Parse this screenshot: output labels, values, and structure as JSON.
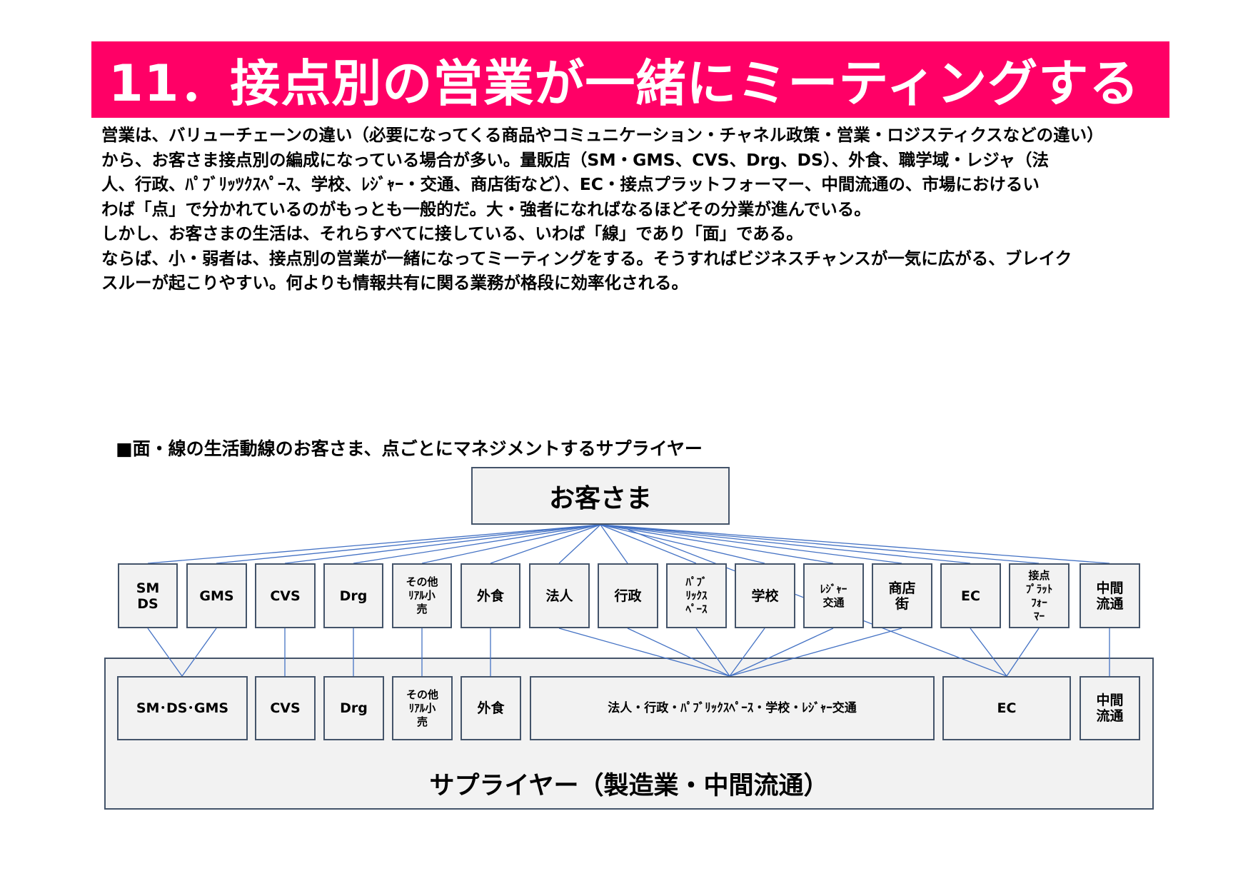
{
  "title": "11．接点別の営業が一緒にミーティングする",
  "body_lines": [
    "営業は、バリューチェーンの違い（必要になってくる商品やコミュニケーション・チャネル政策・営業・ロジスティクスなどの違い）",
    "から、お客さま接点別の編成になっている場合が多い。量販店（SM・GMS、CVS、Drg、DS）、外食、職学域・レジャ（法",
    "人、行政、ﾊﾟﾌﾞﾘｯﾂｸｽﾍﾟｰｽ、学校、ﾚｼﾞｬｰ・交通、商店街など）、EC・接点プラットフォーマー、中間流通の、市場におけるい",
    "わば「点」で分かれているのがもっとも一般的だ。大・強者になればなるほどその分業が進んでいる。",
    "しかし、お客さまの生活は、それらすべてに接している、いわば「線」であり「面」である。",
    "ならば、小・弱者は、接点別の営業が一緒になってミーティングをする。そうすればビジネスチャンスが一気に広がる、ブレイク",
    "スルーが起こりやすい。何よりも情報共有に関る業務が格段に効率化される。"
  ],
  "diagram": {
    "subtitle": "■面・線の生活動線のお客さま、点ごとにマネジメントするサプライヤー",
    "customer": "お客さま",
    "touchpoints": [
      "SM\nDS",
      "GMS",
      "CVS",
      "Drg",
      "その他\nﾘｱﾙ小\n売",
      "外食",
      "法人",
      "行政",
      "ﾊﾟﾌﾞ\nﾘｯｸｽ\nﾍﾟｰｽ",
      "学校",
      "ﾚｼﾞｬｰ\n交通",
      "商店\n街",
      "EC",
      "接点\nﾌﾟﾗｯﾄ\nﾌｫｰ\nﾏｰ",
      "中間\n流通"
    ],
    "supplier_units": [
      "SM･DS･GMS",
      "CVS",
      "Drg",
      "その他\nﾘｱﾙ小\n売",
      "外食",
      "法人・行政・ﾊﾟﾌﾞﾘｯｸｽﾍﾟｰｽ・学校・ﾚｼﾞｬｰ交通",
      "EC",
      "中間\n流通"
    ],
    "supplier_label": "サプライヤー（製造業・中間流通）",
    "line_color": "#4472c4",
    "border_color": "#44546a",
    "box_fill": "#f2f2f2"
  },
  "accent_color": "#ff0066"
}
